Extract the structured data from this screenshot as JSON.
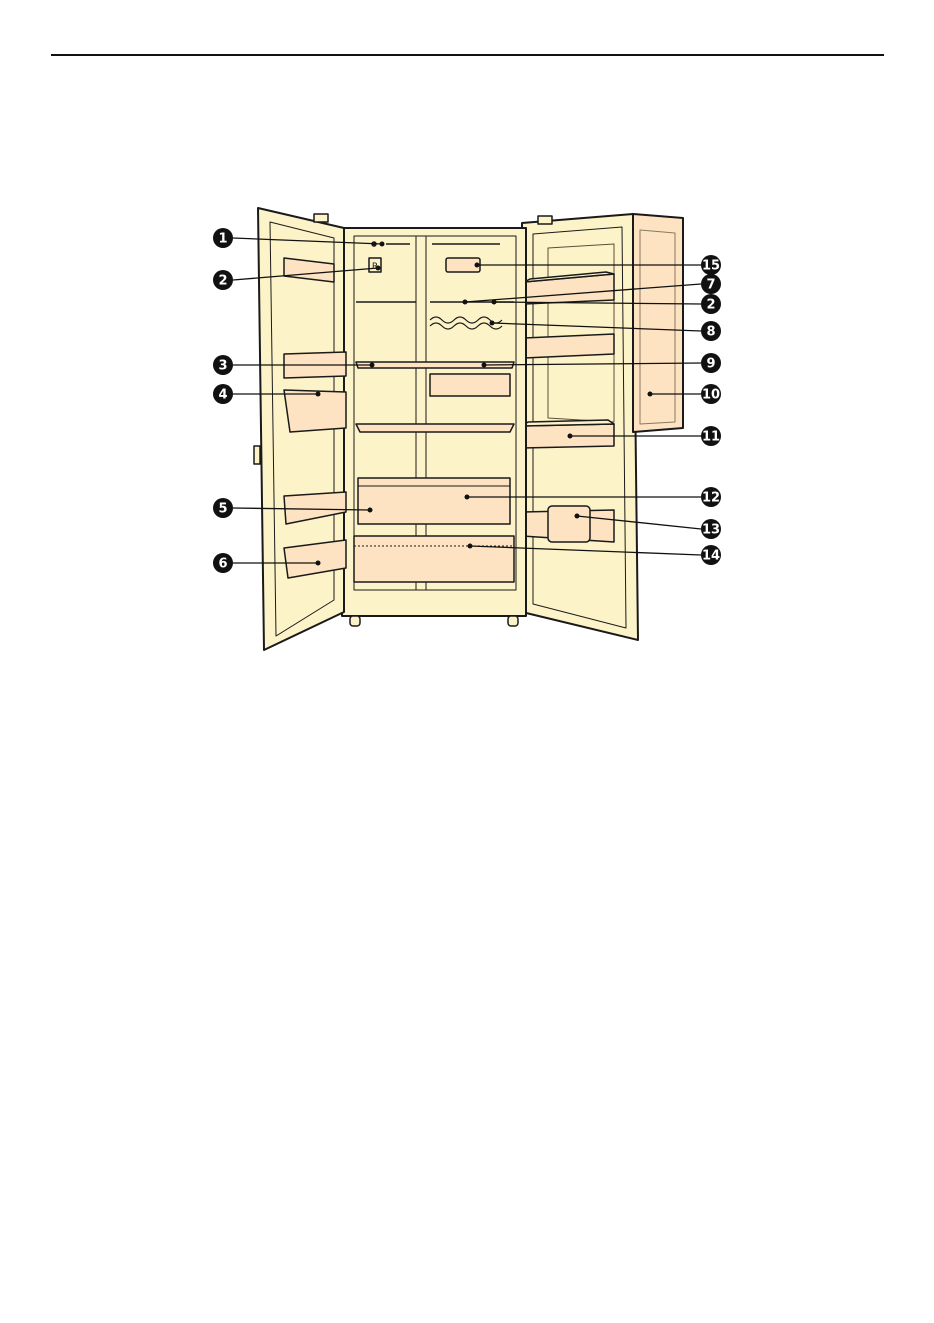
{
  "colors": {
    "cream": "#fdf3c8",
    "bin": "#fde3c2",
    "outline": "#1a1a1a",
    "callout": "#111111"
  },
  "callouts": [
    {
      "label": "1",
      "side": "left"
    },
    {
      "label": "2",
      "side": "left"
    },
    {
      "label": "3",
      "side": "left"
    },
    {
      "label": "4",
      "side": "left"
    },
    {
      "label": "5",
      "side": "left"
    },
    {
      "label": "6",
      "side": "left"
    },
    {
      "label": "15",
      "side": "right"
    },
    {
      "label": "7",
      "side": "right"
    },
    {
      "label": "2",
      "side": "right"
    },
    {
      "label": "8",
      "side": "right"
    },
    {
      "label": "9",
      "side": "right"
    },
    {
      "label": "10",
      "side": "right"
    },
    {
      "label": "11",
      "side": "right"
    },
    {
      "label": "12",
      "side": "right"
    },
    {
      "label": "13",
      "side": "right"
    },
    {
      "label": "14",
      "side": "right"
    }
  ],
  "freezer_sensor_label": "R"
}
